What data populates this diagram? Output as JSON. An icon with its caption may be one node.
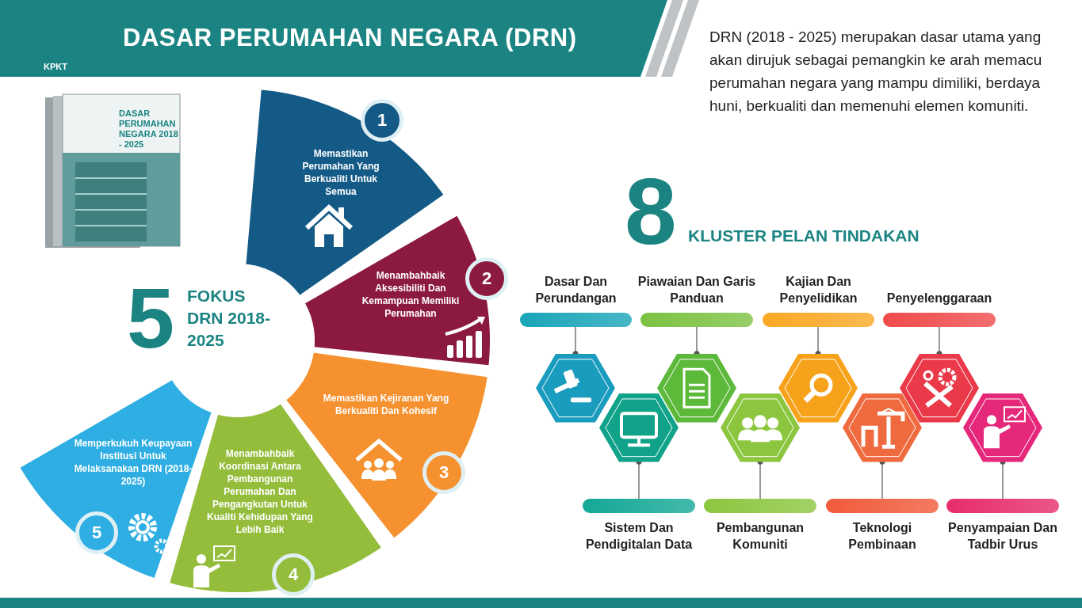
{
  "diagram": {
    "title": "DASAR PERUMAHAN NEGARA (DRN)",
    "nodes": [
      {
        "text": [
          "1",
          "Memastikan Perumahan Yang Berkualiti Untuk Semua"
        ]
      },
      {
        "text": [
          "Menambahbaik Aksesibiliti Dan Kemampuan Memiliki Perumahan",
          "2"
        ]
      },
      {
        "text": [
          "Memastikan Kejiranan Yang Berkualiti Dan Kohesif",
          "3"
        ]
      },
      {
        "text": [
          "Menambahbaik Koordinasi Antara Pembangunan Perumahan Dan Pengangkutan Untuk Kualiti Kehidupan Yang Lebih Baik",
          "4"
        ]
      },
      {
        "text": [
          "Memperkukuh Keupayaan Institusi Untuk Melaksanakan DRN (2018-2025)",
          "5"
        ]
      },
      {
        "text": [
          "Dasar Dan Perundangan"
        ]
      },
      {
        "text": [
          "Piawaian Dan Garis Panduan"
        ]
      },
      {
        "text": [
          "Kajian Dan Penyelidikan"
        ]
      },
      {
        "text": [
          "Penyelenggaraan"
        ]
      },
      {
        "text": [],
        "shape": "hexagon"
      },
      {
        "text": [],
        "shape": "hexagon"
      },
      {
        "text": [],
        "shape": "hexagon"
      },
      {
        "text": [],
        "shape": "hexagon"
      },
      {
        "text": [],
        "shape": "hexagon"
      },
      {
        "text": [],
        "shape": "hexagon"
      },
      {
        "text": [],
        "shape": "hexagon"
      },
      {
        "text": [],
        "shape": "hexagon"
      },
      {
        "text": [
          "Sistem Dan Pendigitalan Data"
        ]
      },
      {
        "text": [
          "Pembangunan Komuniti"
        ]
      },
      {
        "text": [
          "Teknologi Pembinaan"
        ]
      },
      {
        "text": [
          "Penyampaian Dan Tadbir Urus"
        ]
      }
    ],
    "edges": [
      {
        "from": 5,
        "to": 9,
        "arrow": "other"
      },
      {
        "from": 6,
        "to": 11,
        "arrow": "other"
      },
      {
        "from": 7,
        "to": 13,
        "arrow": "other"
      },
      {
        "from": 8,
        "to": 15,
        "arrow": "other"
      },
      {
        "from": 17,
        "to": 10,
        "arrow": "other"
      },
      {
        "from": 18,
        "to": 12,
        "arrow": "other"
      },
      {
        "from": 19,
        "to": 14,
        "arrow": "other"
      },
      {
        "from": 20,
        "to": 16,
        "arrow": "other"
      }
    ],
    "labels": [
      "KPKT",
      "DRN (2018 - 2025) merupakan dasar utama yang akan dirujuk sebagai pemangkin ke arah memacu perumahan negara yang mampu dimiliki, berdaya huni, berkualiti dan memenuhi elemen komuniti.",
      "DASAR PERUMAHAN NEGARA 2018 - 2025",
      "8",
      "KLUSTER PELAN TINDAKAN",
      "5",
      "FOKUS DRN 2018-2025"
    ]
  }
}
